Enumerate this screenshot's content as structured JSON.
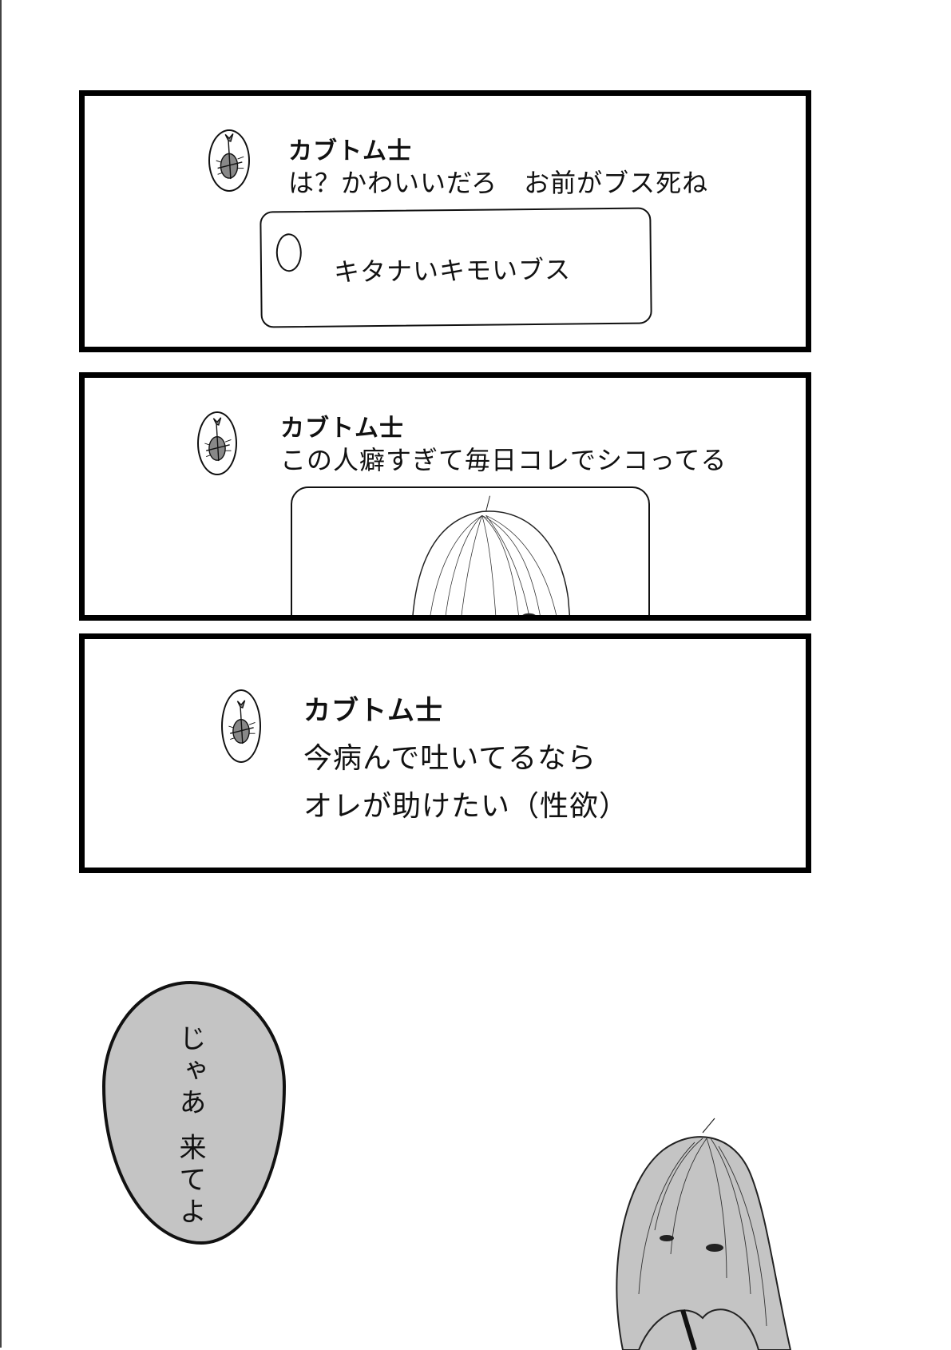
{
  "page": {
    "background": "#ffffff",
    "panels": [
      {
        "id": "panel-1",
        "post": {
          "avatar_icon": "beetle-icon",
          "username": "カブトム士",
          "message": "は？かわいいだろ　お前がブス死ね"
        },
        "quoted_post": {
          "avatar_icon": "blank-circle-icon",
          "message": "キタナいキモいブス"
        }
      },
      {
        "id": "panel-2",
        "post": {
          "avatar_icon": "beetle-icon",
          "username": "カブトム士",
          "message": "この人癖すぎて毎日コレでシコってる"
        },
        "attached_image": "sketch-of-long-haired-character"
      },
      {
        "id": "panel-3",
        "post": {
          "avatar_icon": "beetle-icon",
          "username": "カブトム士",
          "message_lines": [
            "今病んで吐いてるなら",
            "オレが助けたい（性欲）"
          ]
        }
      }
    ],
    "speech_bubble": {
      "text": "じゃあ 来てよ",
      "fill": "#c4c4c4"
    },
    "figure": "long-haired-character-hugging-knees"
  }
}
